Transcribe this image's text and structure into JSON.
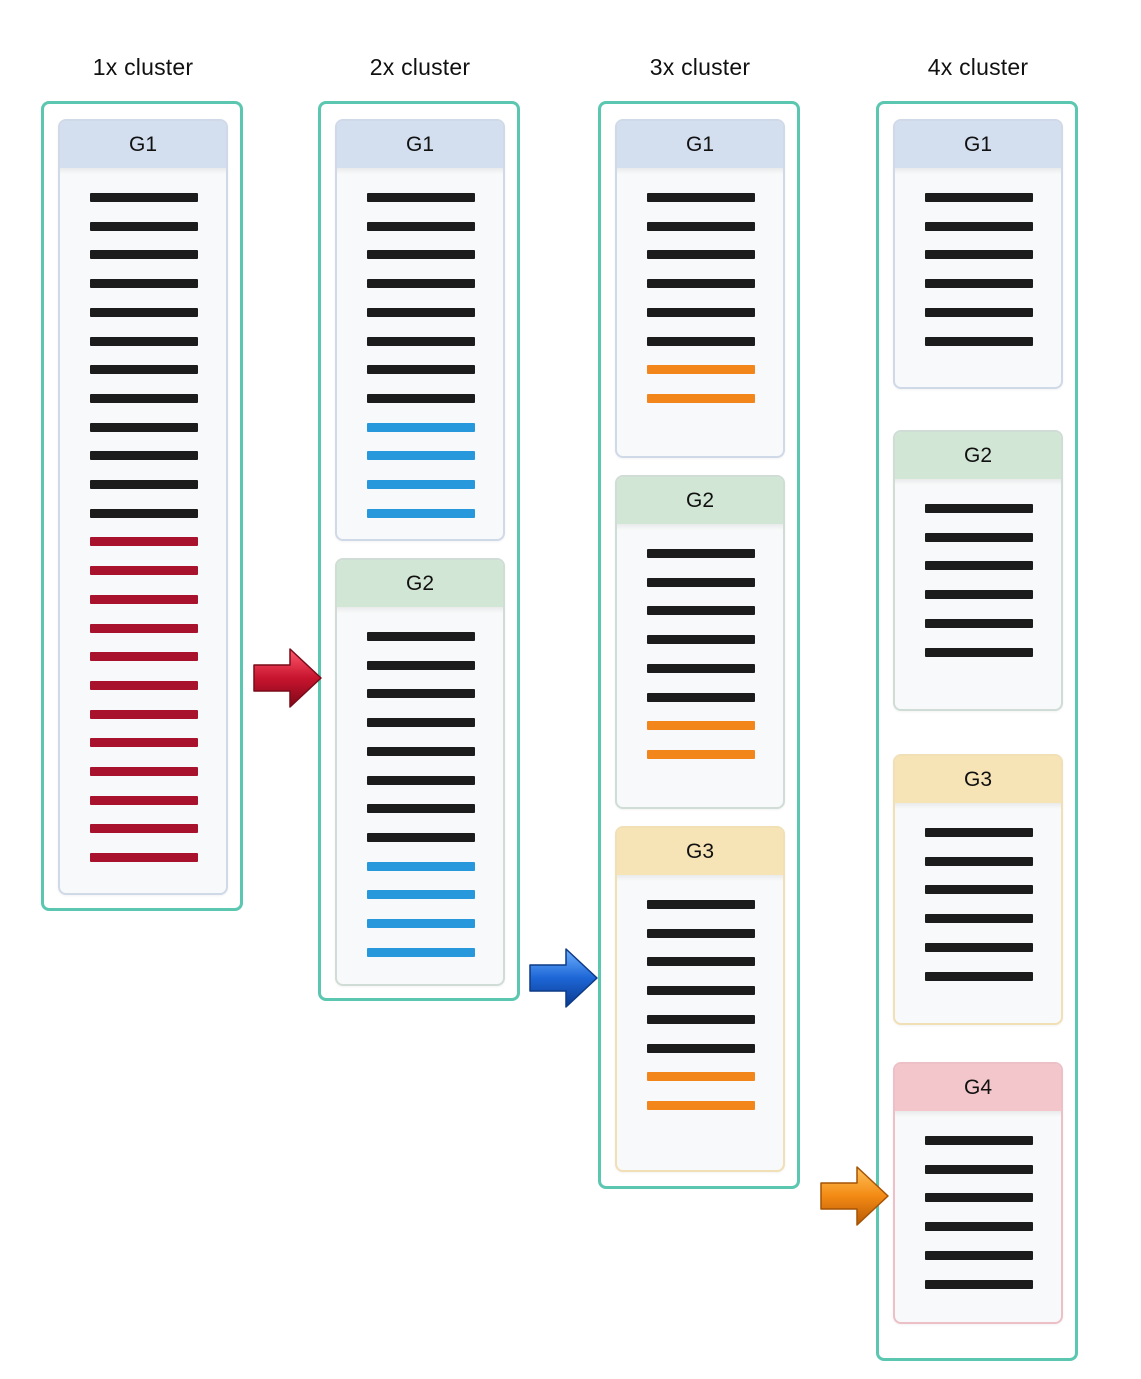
{
  "colors": {
    "cluster_border": "#5cc7b0",
    "g1_header": "#d3deef",
    "g1_border": "#cfd9e8",
    "g2_header": "#d2e6d6",
    "g2_border": "#cfddd6",
    "g3_header": "#f6e3b6",
    "g3_border": "#f1dfb5",
    "g4_header": "#f2c6cb",
    "g4_border": "#ecc0c6",
    "black": "#1c1c1c",
    "red": "#a8122c",
    "blue": "#2798dc",
    "orange": "#f3861b",
    "arrow_red": "#c8142e",
    "arrow_blue": "#1d66d6",
    "arrow_orange": "#f38a14"
  },
  "clusters": [
    {
      "title": "1x cluster",
      "groups": [
        {
          "label": "G1",
          "header": "g1",
          "bars": [
            "black",
            "black",
            "black",
            "black",
            "black",
            "black",
            "black",
            "black",
            "black",
            "black",
            "black",
            "black",
            "red",
            "red",
            "red",
            "red",
            "red",
            "red",
            "red",
            "red",
            "red",
            "red",
            "red",
            "red"
          ]
        }
      ]
    },
    {
      "title": "2x cluster",
      "groups": [
        {
          "label": "G1",
          "header": "g1",
          "bars": [
            "black",
            "black",
            "black",
            "black",
            "black",
            "black",
            "black",
            "black",
            "blue",
            "blue",
            "blue",
            "blue"
          ]
        },
        {
          "label": "G2",
          "header": "g2",
          "bars": [
            "black",
            "black",
            "black",
            "black",
            "black",
            "black",
            "black",
            "black",
            "blue",
            "blue",
            "blue",
            "blue"
          ]
        }
      ]
    },
    {
      "title": "3x cluster",
      "groups": [
        {
          "label": "G1",
          "header": "g1",
          "bars": [
            "black",
            "black",
            "black",
            "black",
            "black",
            "black",
            "orange",
            "orange"
          ]
        },
        {
          "label": "G2",
          "header": "g2",
          "bars": [
            "black",
            "black",
            "black",
            "black",
            "black",
            "black",
            "orange",
            "orange"
          ]
        },
        {
          "label": "G3",
          "header": "g3",
          "bars": [
            "black",
            "black",
            "black",
            "black",
            "black",
            "black",
            "orange",
            "orange"
          ]
        }
      ]
    },
    {
      "title": "4x cluster",
      "groups": [
        {
          "label": "G1",
          "header": "g1",
          "bars": [
            "black",
            "black",
            "black",
            "black",
            "black",
            "black"
          ]
        },
        {
          "label": "G2",
          "header": "g2",
          "bars": [
            "black",
            "black",
            "black",
            "black",
            "black",
            "black"
          ]
        },
        {
          "label": "G3",
          "header": "g3",
          "bars": [
            "black",
            "black",
            "black",
            "black",
            "black",
            "black"
          ]
        },
        {
          "label": "G4",
          "header": "g4",
          "bars": [
            "black",
            "black",
            "black",
            "black",
            "black",
            "black"
          ]
        }
      ]
    }
  ],
  "arrows": [
    {
      "color": "arrow_red",
      "icon": "red-arrow-icon"
    },
    {
      "color": "arrow_blue",
      "icon": "blue-arrow-icon"
    },
    {
      "color": "arrow_orange",
      "icon": "orange-arrow-icon"
    }
  ]
}
